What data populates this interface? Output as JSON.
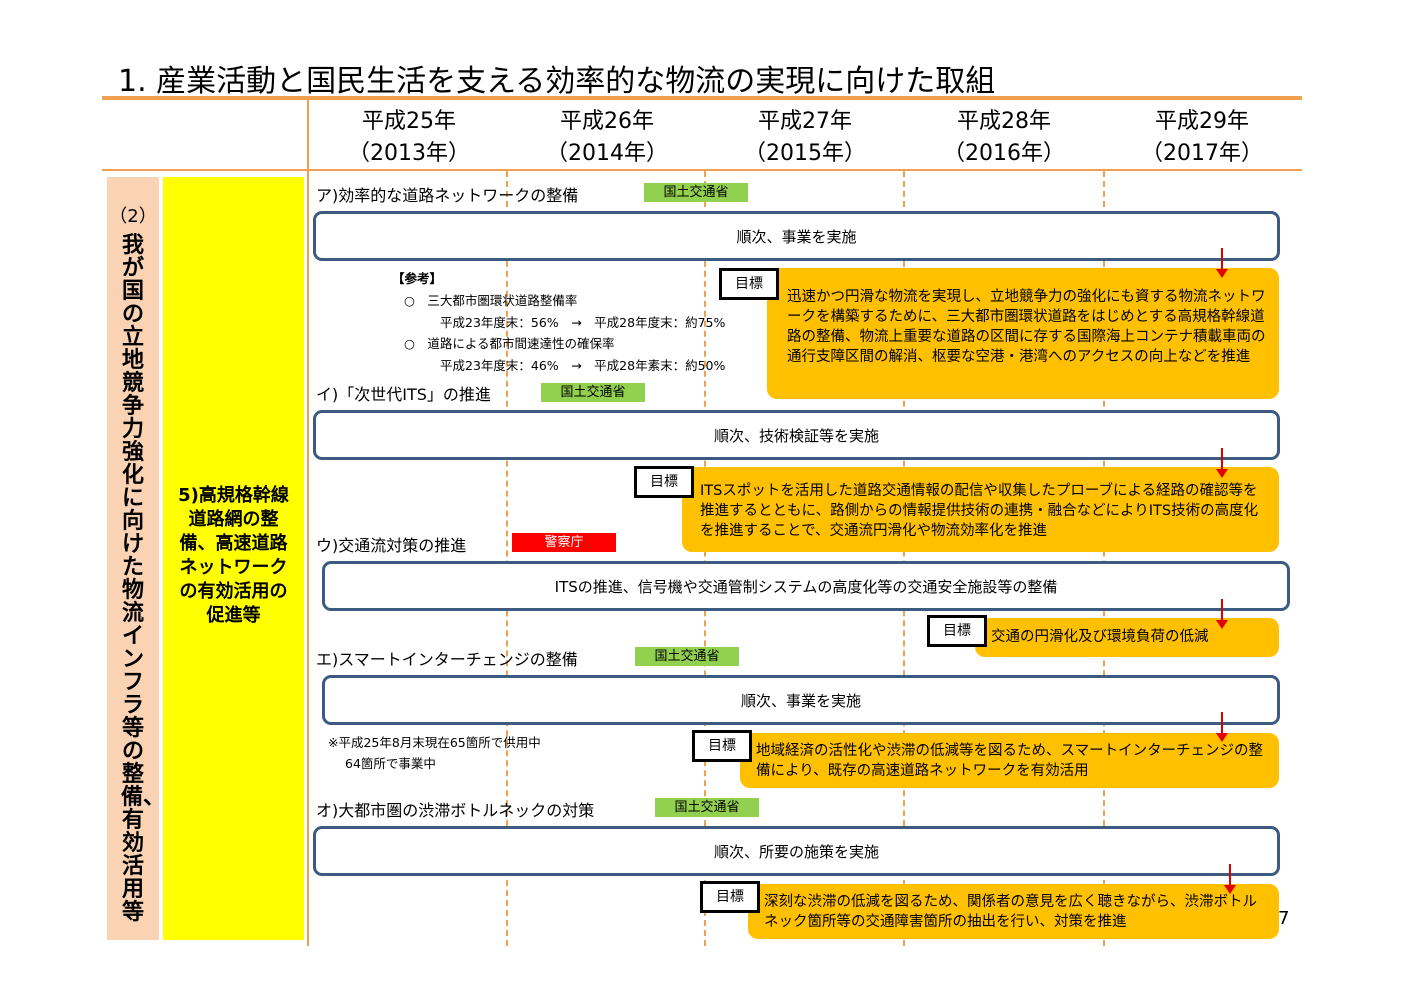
{
  "title": "1. 産業活動と国民生活を支える効率的な物流の実現に向けた取組",
  "years": [
    {
      "year": "平成25年",
      "western": "（2013年）"
    },
    {
      "year": "平成26年",
      "western": "（2014年）"
    },
    {
      "year": "平成27年",
      "western": "（2015年）"
    },
    {
      "year": "平成28年",
      "western": "（2016年）"
    },
    {
      "year": "平成29年",
      "western": "（2017年）"
    }
  ],
  "left_column": {
    "number": "（2）",
    "text": "我が国の立地競争力強化に向けた物流インフラ等の整備、有効活用等"
  },
  "sub_column": {
    "text": "5)高規格幹線道路網の整備、高速道路ネットワークの有効活用の促進等"
  },
  "goal_label": "目標",
  "sections": [
    {
      "heading": "ア)効率的な道路ネットワークの整備",
      "agency": "国土交通省",
      "bar": "順次、事業を実施",
      "goal": "迅速かつ円滑な物流を実現し、立地競争力の強化にも資する物流ネットワークを構築するために、三大都市圏環状道路をはじめとする高規格幹線道路の整備、物流上重要な道路の区間に存する国際海上コンテナ積載車両の通行支障区間の解消、枢要な空港・港湾へのアクセスの向上などを推進",
      "reference": {
        "label": "【参考】",
        "item1": "○　三大都市圏環状道路整備率",
        "item1_detail": "平成23年度末：56%　→　平成28年度末：約75%",
        "item2": "○　道路による都市間速達性の確保率",
        "item2_detail": "平成23年度末：46%　→　平成28年素末：約50%"
      }
    },
    {
      "heading": "イ)「次世代ITS」の推進",
      "agency": "国土交通省",
      "bar": "順次、技術検証等を実施",
      "goal": "ITSスポットを活用した道路交通情報の配信や収集したプローブによる経路の確認等を推進するとともに、路側からの情報提供技術の連携・融合などによりITS技術の高度化を推進することで、交通流円滑化や物流効率化を推進"
    },
    {
      "heading": "ウ)交通流対策の推進",
      "agency": "警察庁",
      "bar": "ITSの推進、信号機や交通管制システムの高度化等の交通安全施設等の整備",
      "goal": "交通の円滑化及び環境負荷の低減"
    },
    {
      "heading": "エ)スマートインターチェンジの整備",
      "agency": "国土交通省",
      "bar": "順次、事業を実施",
      "goal": "地域経済の活性化や渋滞の低減等を図るため、スマートインターチェンジの整備により、既存の高速道路ネットワークを有効活用",
      "note1": "※平成25年8月末現在65箇所で供用中",
      "note2": "64箇所で事業中"
    },
    {
      "heading": "オ)大都市圏の渋滞ボトルネックの対策",
      "agency": "国土交通省",
      "bar": "順次、所要の施策を実施",
      "goal": "深刻な渋滞の低減を図るため、関係者の意見を広く聴きながら、渋滞ボトルネック箇所等の交通障害箇所の抽出を行い、対策を推進"
    }
  ],
  "page_number": "7",
  "colors": {
    "orange_rule": "#f0a050",
    "goal_fill": "#ffc000",
    "agency_green": "#92d050",
    "agency_red": "#ff0000",
    "bar_border": "#3d5a80",
    "left_fill": "#fad2b4",
    "sub_fill": "#ffff00"
  }
}
